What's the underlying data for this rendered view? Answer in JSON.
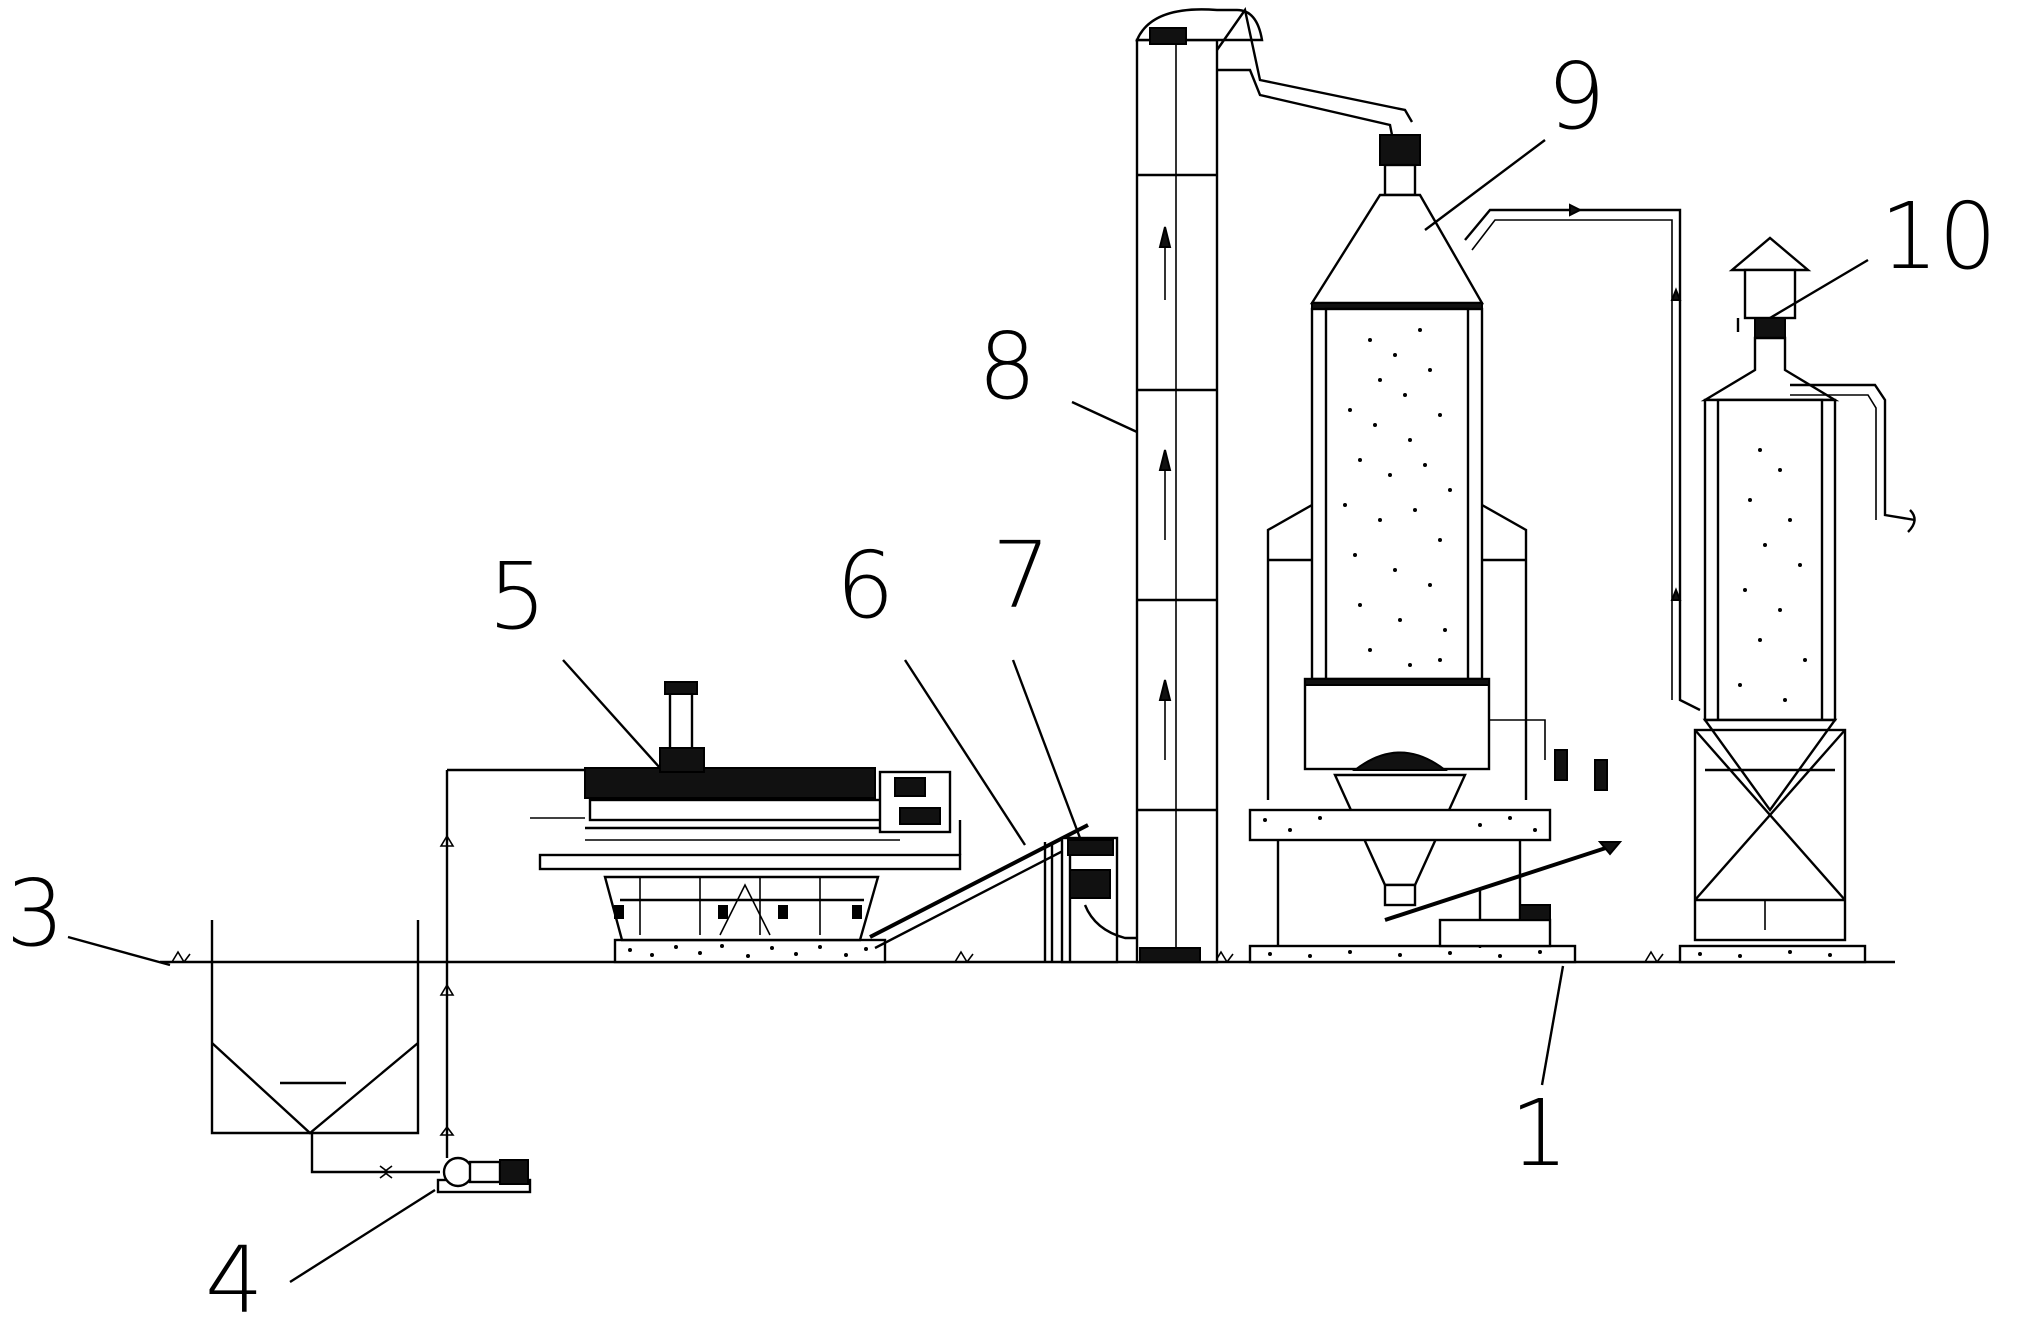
{
  "figure": {
    "callouts": [
      {
        "id": "c1",
        "label": "1",
        "part": "ground"
      },
      {
        "id": "c3",
        "label": "3",
        "part": "sedimentation tank"
      },
      {
        "id": "c4",
        "label": "4",
        "part": "pump"
      },
      {
        "id": "c5",
        "label": "5",
        "part": "filter press"
      },
      {
        "id": "c6",
        "label": "6",
        "part": "inclined conveyor"
      },
      {
        "id": "c7",
        "label": "7",
        "part": "hopper"
      },
      {
        "id": "c8",
        "label": "8",
        "part": "bucket elevator"
      },
      {
        "id": "c9",
        "label": "9",
        "part": "drying tower"
      },
      {
        "id": "c10",
        "label": "10",
        "part": "exhaust tower"
      }
    ]
  }
}
